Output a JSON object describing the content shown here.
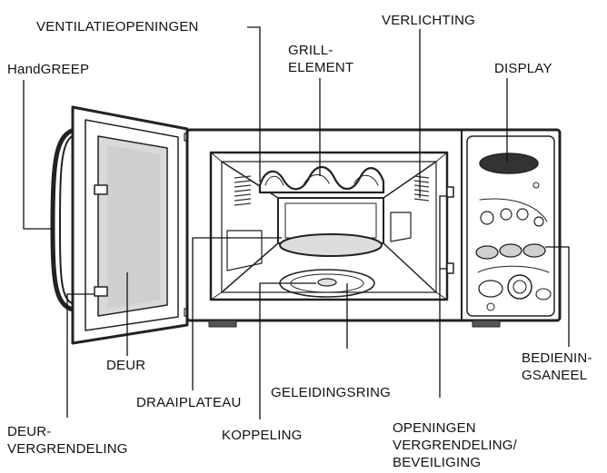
{
  "labels": {
    "ventilation": "VENTILATIEOPENINGEN",
    "lighting": "VERLICHTING",
    "grill": "GRILL-\nELEMENT",
    "handle": "HandGREEP",
    "display": "DISPLAY",
    "door": "DEUR",
    "control_panel": "BEDIENIN-\nGSANEEL",
    "turntable": "DRAAIPLATEAU",
    "roller_ring": "GELEIDINGSRING",
    "door_latches": "DEUR-\nVERGRENDELING",
    "coupler": "KOPPELING",
    "safety_interlock": "OPENINGEN\nVERGRENDELING/\nBEVEILIGING"
  }
}
